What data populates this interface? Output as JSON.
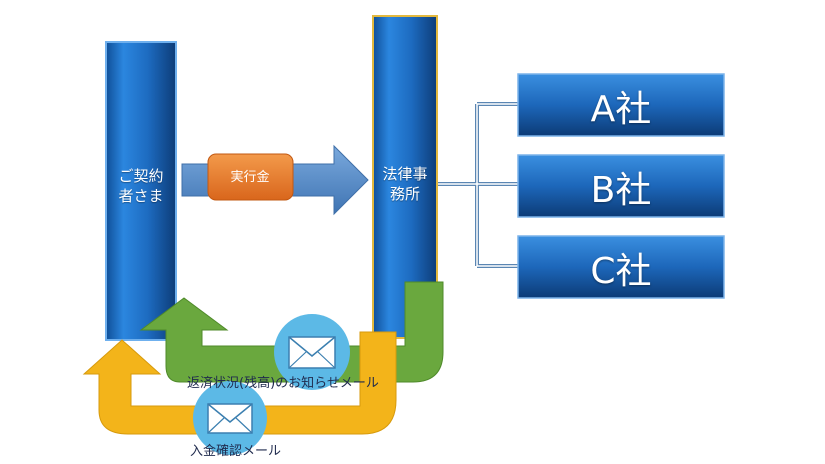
{
  "diagram": {
    "client_label": "ご契約\n者さま",
    "law_office_label": "法律事\n務所",
    "payment_label": "実行金",
    "companies": [
      "A社",
      "B社",
      "C社"
    ],
    "status_mail_label": "返済状況(残高)のお知らせメール",
    "deposit_mail_label": "入金確認メール"
  },
  "icons": {
    "status_mail": "envelope-icon",
    "deposit_mail": "envelope-icon"
  },
  "colors": {
    "box_blue": "#1f6fc4",
    "box_dark": "#0c3f7f",
    "arrow_blue": "#4f86c6",
    "badge_orange": "#e8782a",
    "green_arrow": "#6aa83e",
    "yellow_arrow": "#f3b41a",
    "envelope_bg": "#5cb9e6",
    "connector": "#5b86b3"
  }
}
